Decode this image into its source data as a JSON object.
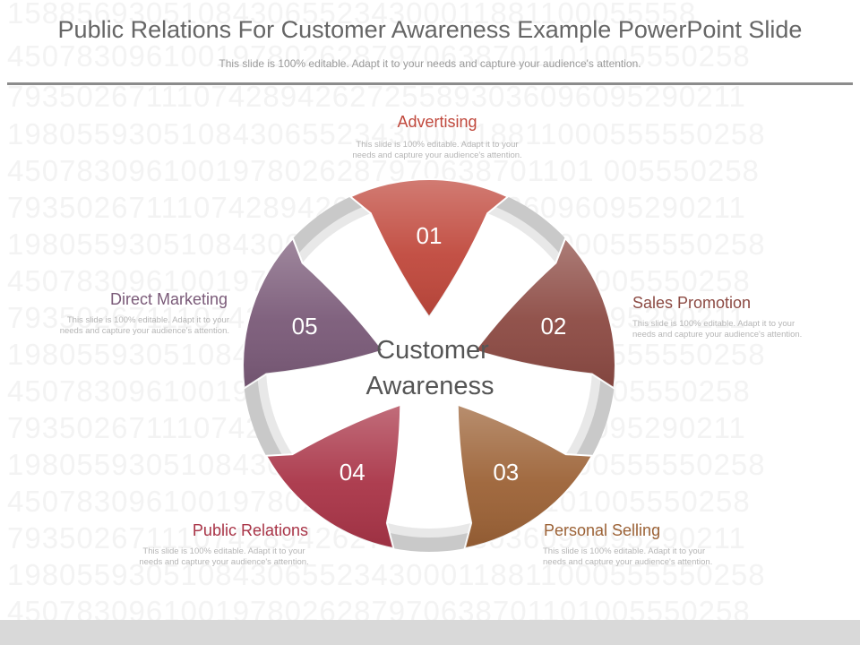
{
  "header": {
    "title": "Public Relations For Customer Awareness Example PowerPoint Slide",
    "subtitle": "This slide is 100% editable. Adapt it to your needs and capture your audience's attention."
  },
  "background_numbers": [
    "1588569305108430655234300011881100055558",
    "4507830961001978026287970638701101005550258",
    "7935026711107428942627255893036096095290211",
    "19805593051084306552343000118811000555550258",
    "4507830961001978026287970638701101 005550258",
    "7935026711107428942627255893036096095290211",
    "19805593051084306552343000118811000555550258",
    "4507830961001978026287970638701101005550258",
    "7935026711107428942627255893036096095290211",
    "19805593051084306552343000118811000555550258",
    "4507830961001978026287970638701101005550258",
    "7935026711107428942627255893036096095290211",
    "19805593051084306552343000118811000555550258",
    "4507830961001978026287970638701101005550258",
    "7935026711107428942627255893036096095290211",
    "19805593051084306552343000118811000555550258",
    "4507830961001978026287970638701101005550258"
  ],
  "center": {
    "line1": "Customer",
    "line2": "Awareness"
  },
  "segments": [
    {
      "number": "01",
      "label": "Advertising",
      "color": "#c0483c",
      "desc": "This slide is 100% editable. Adapt it to your needs and capture your audience's attention."
    },
    {
      "number": "02",
      "label": "Sales Promotion",
      "color": "#8c4a43",
      "desc": "This slide is 100% editable. Adapt it to your needs and capture your audience's attention."
    },
    {
      "number": "03",
      "label": "Personal Selling",
      "color": "#9c6236",
      "desc": "This slide is 100% editable. Adapt it to your needs and capture your audience's attention."
    },
    {
      "number": "04",
      "label": "Public Relations",
      "color": "#a93447",
      "desc": "This slide is 100% editable. Adapt it to your needs and capture your audience's attention."
    },
    {
      "number": "05",
      "label": "Direct Marketing",
      "color": "#7a5a78",
      "desc": "This slide is 100% editable. Adapt it to your needs and capture your audience's attention."
    }
  ]
}
